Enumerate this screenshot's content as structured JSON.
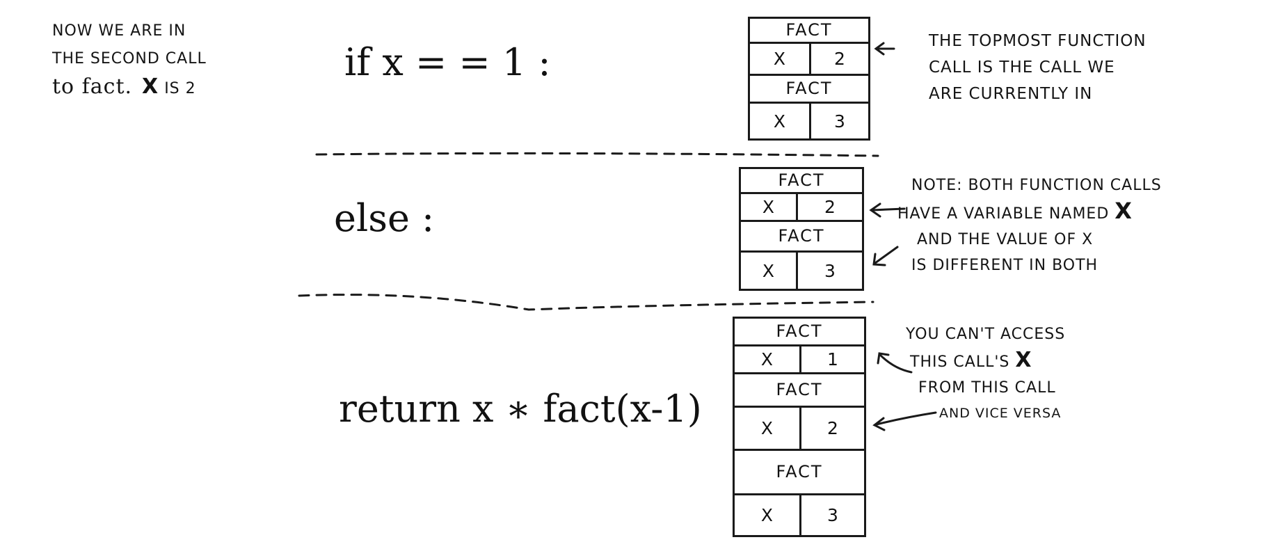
{
  "intro_note": {
    "line1": "NOW WE ARE IN",
    "line2": "THE SECOND CALL",
    "line3_prefix": "to fact.",
    "line3_var": "X",
    "line3_suffix": "IS 2"
  },
  "code": {
    "line1": "if x = = 1 :",
    "line2": "else :",
    "line3": "return x ∗ fact(x-1)"
  },
  "stacks": [
    {
      "frames": [
        {
          "label": "FACT",
          "var": "X",
          "value": "2"
        },
        {
          "label": "FACT",
          "var": "X",
          "value": "3"
        }
      ]
    },
    {
      "frames": [
        {
          "label": "FACT",
          "var": "X",
          "value": "2"
        },
        {
          "label": "FACT",
          "var": "X",
          "value": "3"
        }
      ]
    },
    {
      "frames": [
        {
          "label": "FACT",
          "var": "X",
          "value": "1"
        },
        {
          "label": "FACT",
          "var": "X",
          "value": "2"
        },
        {
          "label": "FACT",
          "var": "X",
          "value": "3"
        }
      ]
    }
  ],
  "notes": {
    "topmost": [
      "THE TOPMOST FUNCTION",
      "CALL IS THE CALL WE",
      "ARE CURRENTLY IN"
    ],
    "both": [
      "NOTE: BOTH FUNCTION CALLS",
      "HAVE A VARIABLE NAMED",
      "X",
      "AND THE VALUE OF X",
      "IS DIFFERENT IN BOTH"
    ],
    "access": [
      "YOU CAN'T ACCESS",
      "THIS CALL'S",
      "X",
      "FROM THIS CALL",
      "AND VICE VERSA"
    ]
  }
}
